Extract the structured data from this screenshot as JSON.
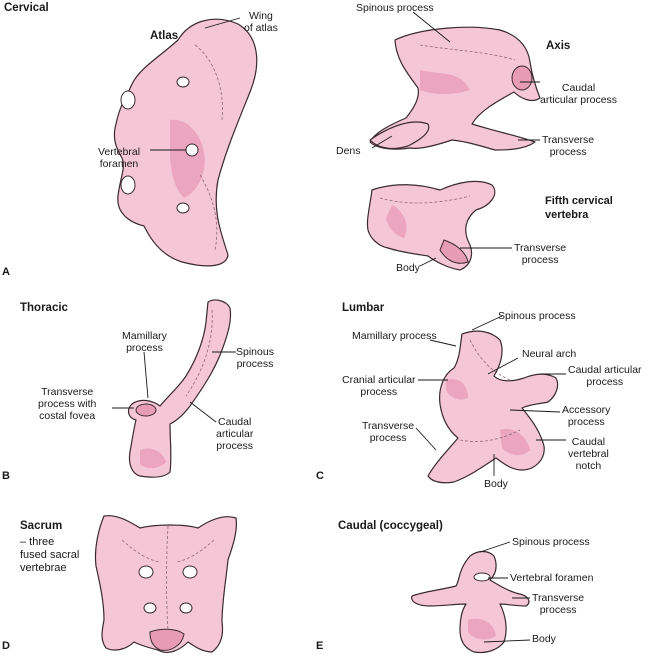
{
  "panels": {
    "A": {
      "letter": "A",
      "title": "Cervical",
      "atlas_title": "Atlas",
      "wing_label": [
        "Wing",
        "of atlas"
      ],
      "foramen_label": [
        "Vertebral",
        "foramen"
      ],
      "axis_title": "Axis",
      "spinous_label": "Spinous process",
      "caudal_label": [
        "Caudal",
        "articular process"
      ],
      "dens_label": "Dens",
      "transverse_label": [
        "Transverse",
        "process"
      ],
      "fifth_title": [
        "Fifth cervical",
        "vertebra"
      ],
      "fifth_transverse_label": [
        "Transverse",
        "process"
      ],
      "body_label": "Body"
    },
    "B": {
      "letter": "B",
      "title": "Thoracic",
      "mamillary_label": [
        "Mamillary",
        "process"
      ],
      "spinous_label": [
        "Spinous",
        "process"
      ],
      "transverse_label": [
        "Transverse",
        "process with",
        "costal fovea"
      ],
      "caudal_label": [
        "Caudal",
        "articular",
        "process"
      ]
    },
    "C": {
      "letter": "C",
      "title": "Lumbar",
      "spinous_label": "Spinous process",
      "mamillary_label": "Mamillary process",
      "neural_arch_label": "Neural arch",
      "caudal_label": [
        "Caudal articular",
        "process"
      ],
      "cranial_label": [
        "Cranial articular",
        "process"
      ],
      "accessory_label": [
        "Accessory",
        "process"
      ],
      "transverse_label": [
        "Transverse",
        "process"
      ],
      "notch_label": [
        "Caudal",
        "vertebral",
        "notch"
      ],
      "body_label": "Body"
    },
    "D": {
      "letter": "D",
      "title": "Sacrum",
      "subtitle": [
        "– three",
        "fused sacral",
        "vertebrae"
      ]
    },
    "E": {
      "letter": "E",
      "title": "Caudal (coccygeal)",
      "spinous_label": "Spinous process",
      "foramen_label": "Vertebral foramen",
      "transverse_label": [
        "Transverse",
        "process"
      ],
      "body_label": "Body"
    }
  },
  "colors": {
    "bone": "#f5c6d6",
    "bone_shadow": "#e79bb5",
    "outline": "#3a2a30"
  }
}
